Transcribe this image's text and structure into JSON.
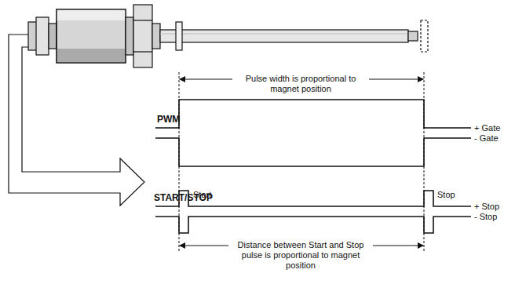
{
  "diagram": {
    "labels": [
      "Pulse width is proportional to magnet position",
      "PWM",
      "+ Gate",
      "- Gate",
      "START/STOP",
      "Start",
      "Stop",
      "+ Stop",
      "- Stop",
      "Distance between Start and Stop pulse is proportional to magnet position"
    ]
  }
}
